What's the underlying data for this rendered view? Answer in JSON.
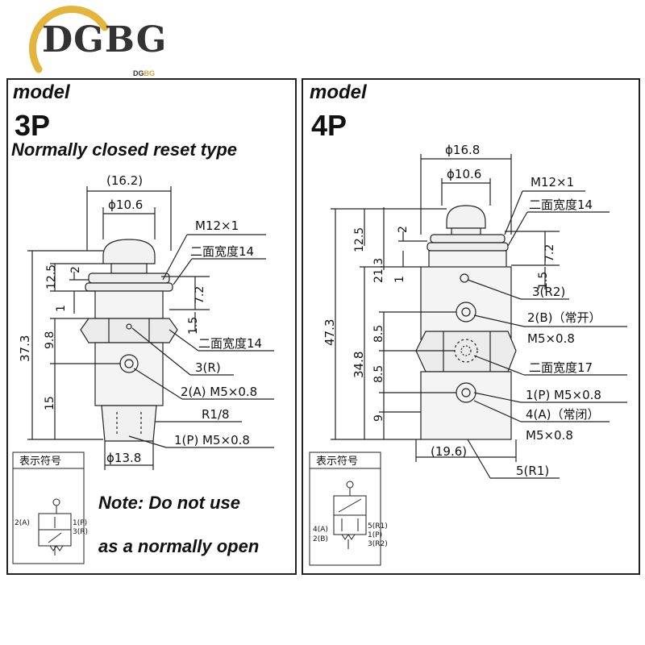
{
  "logo": {
    "brand": "DGBG",
    "sub_a": "DG",
    "sub_b": "BG"
  },
  "model_3p": {
    "model_word": "model",
    "model_num": "3P",
    "subtitle": "Normally closed reset type",
    "note_line1": "Note: Do not use",
    "note_line2": "as a normally open",
    "dims": {
      "d16_2": "(16.2)",
      "d10_6": "ϕ10.6",
      "m12": "M12×1",
      "hex14a": "二面宽度14",
      "d2": "2",
      "d12_5": "12.5",
      "d7_2": "7.2",
      "d1": "1",
      "d1_5": "1.5",
      "d37_3": "37.3",
      "d9_8": "9.8",
      "d15": "15",
      "hex14b": "二面宽度14",
      "port3": "3(R)",
      "port2": "2(A)  M5×0.8",
      "r18": "R1/8",
      "port1": "1(P)  M5×0.8",
      "d13_8": "ϕ13.8"
    },
    "symbol": {
      "title": "表示符号",
      "l2": "2(A)",
      "l1": "1(P)",
      "l3": "3(R)"
    }
  },
  "model_4p": {
    "model_word": "model",
    "model_num": "4P",
    "dims": {
      "d16_8": "ϕ16.8",
      "d10_6": "ϕ10.6",
      "m12": "M12×1",
      "hex14": "二面宽度14",
      "d2": "2",
      "d12_5": "12.5",
      "d21_3": "21.3",
      "d7_2": "7.2",
      "d1": "1",
      "d1_5": "1.5",
      "d47_3": "47.3",
      "d34_8": "34.8",
      "d8_5a": "8.5",
      "d8_5b": "8.5",
      "d9": "9",
      "port3": "3(R2)",
      "port2": "2(B)（常开）",
      "m5a": "M5×0.8",
      "hex17": "二面宽度17",
      "port1": "1(P)  M5×0.8",
      "port4": "4(A)（常闭）",
      "m5b": "M5×0.8",
      "d19_6": "(19.6)",
      "port5": "5(R1)"
    },
    "symbol": {
      "title": "表示符号",
      "l4": "4(A)",
      "l2": "2(B)",
      "l5": "5(R1)",
      "l1": "1(P)",
      "l3": "3(R2)"
    }
  }
}
